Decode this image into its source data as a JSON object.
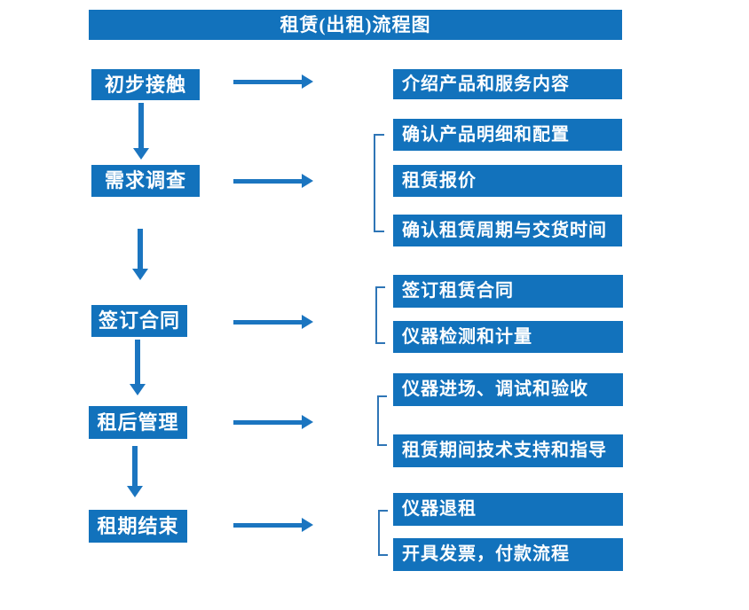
{
  "title": "租赁(出租)流程图",
  "colors": {
    "box_blue": "#1272bc",
    "arrow_blue": "#1b75c0",
    "bracket_blue": "#2e75b6",
    "text": "#ffffff",
    "background": "#ffffff"
  },
  "steps": [
    {
      "label": "初步接触",
      "outputs": [
        "介绍产品和服务内容"
      ]
    },
    {
      "label": "需求调查",
      "outputs": [
        "确认产品明细和配置",
        "租赁报价",
        "确认租赁周期与交货时间"
      ]
    },
    {
      "label": "签订合同",
      "outputs": [
        "签订租赁合同",
        "仪器检测和计量"
      ]
    },
    {
      "label": "租后管理",
      "outputs": [
        "仪器进场、调试和验收",
        "租赁期间技术支持和指导"
      ]
    },
    {
      "label": "租期结束",
      "outputs": [
        "仪器退租",
        "开具发票，付款流程"
      ]
    }
  ]
}
